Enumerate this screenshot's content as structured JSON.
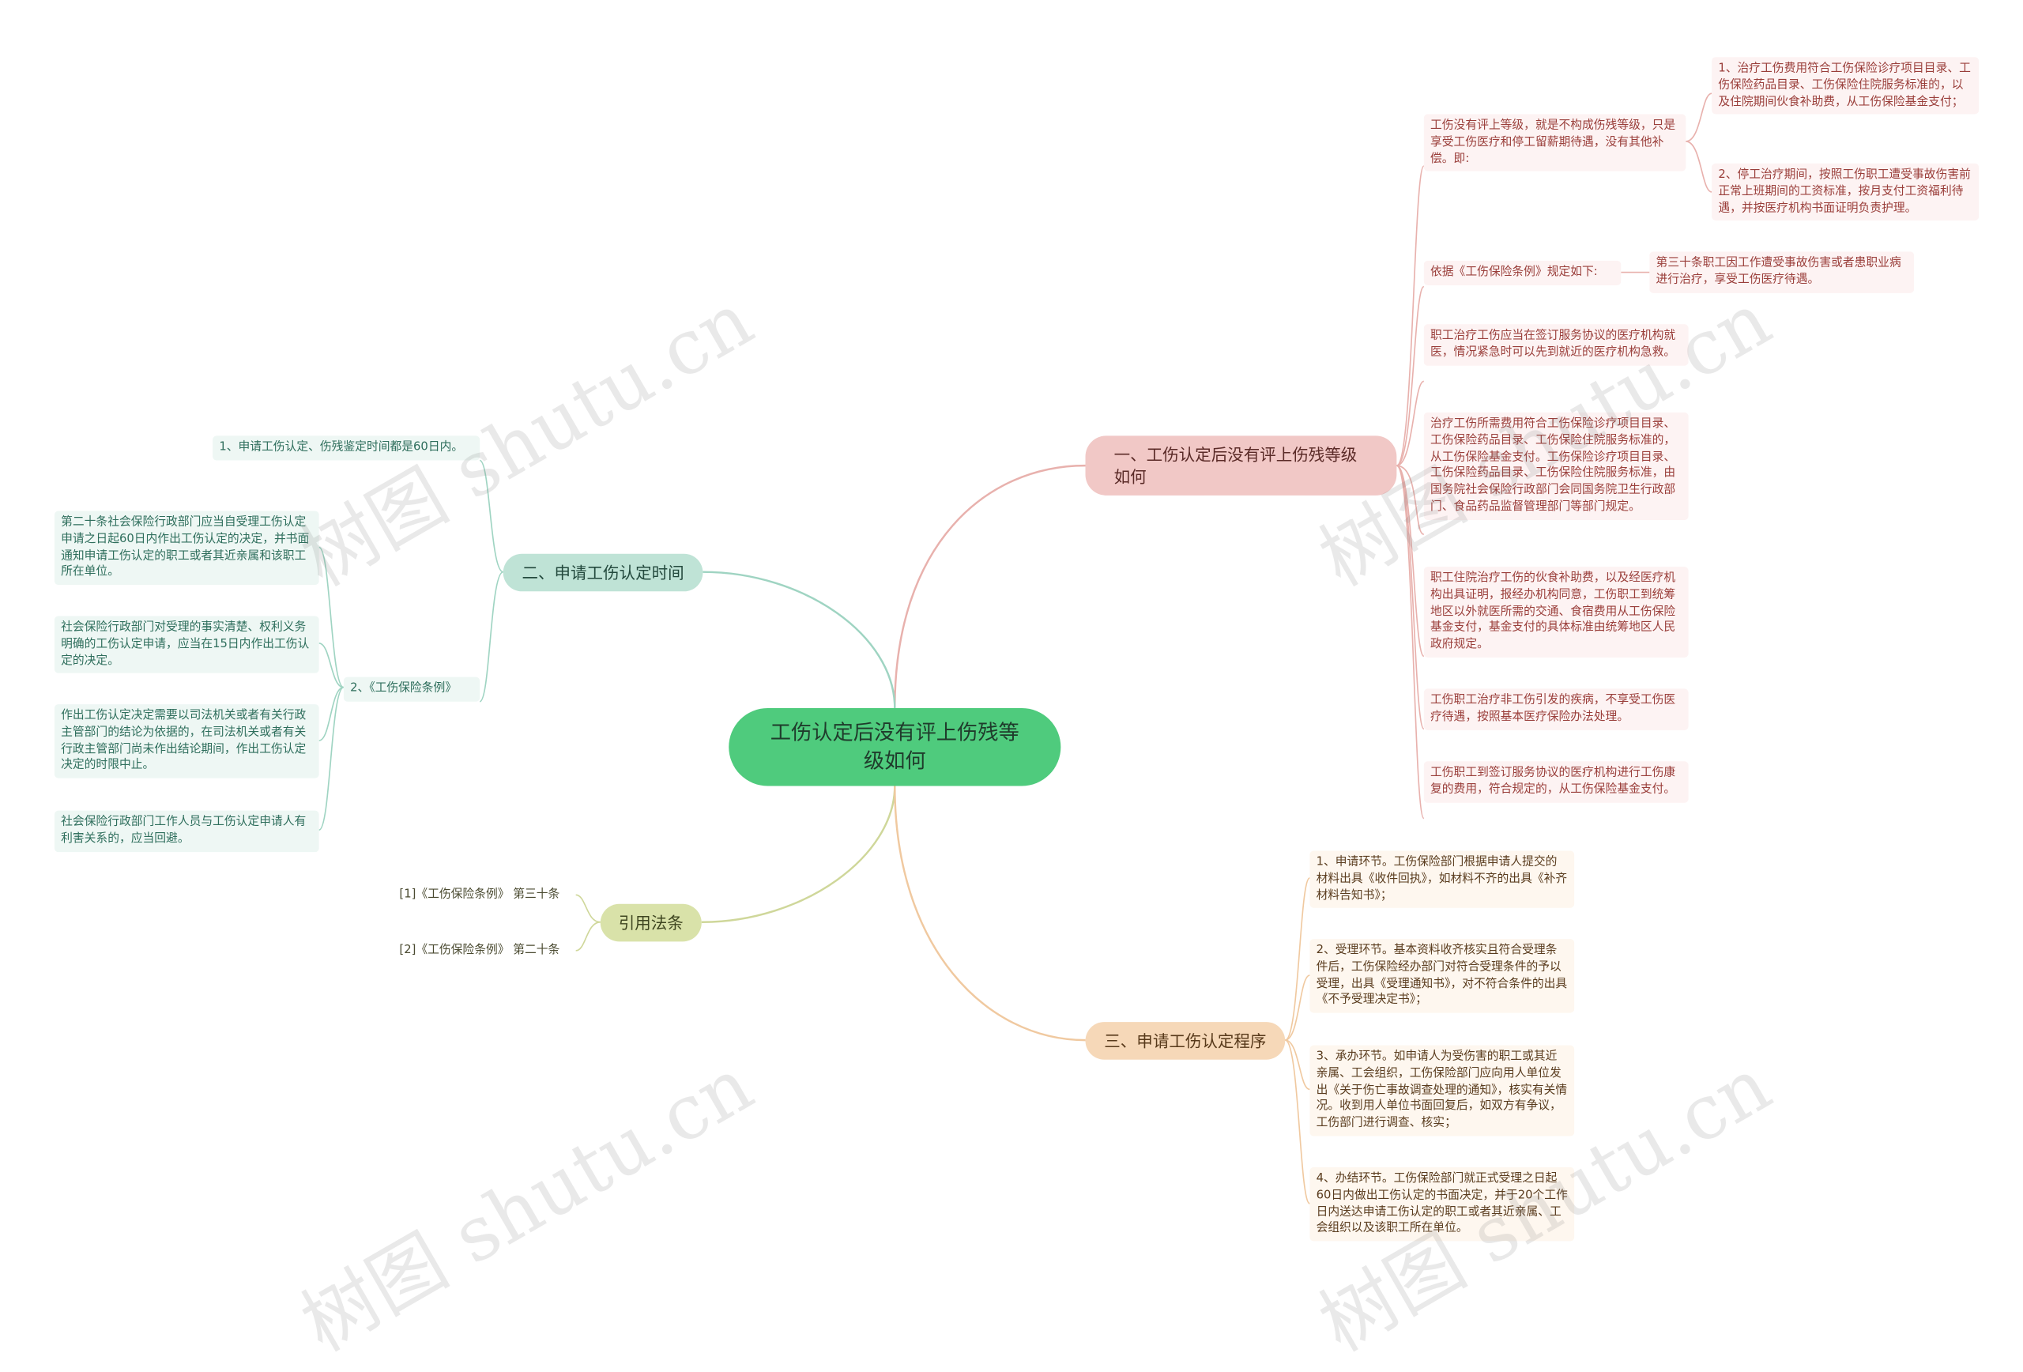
{
  "root": "工伤认定后没有评上伤残等级如何",
  "branches": {
    "b1": {
      "label": "一、工伤认定后没有评上伤残等级如何",
      "leaf1": "工伤没有评上等级，就是不构成伤残等级，只是享受工伤医疗和停工留薪期待遇，没有其他补偿。即:",
      "leaf1_sub1": "1、治疗工伤费用符合工伤保险诊疗项目目录、工伤保险药品目录、工伤保险住院服务标准的，以及住院期间伙食补助费，从工伤保险基金支付；",
      "leaf1_sub2": "2、停工治疗期间，按照工伤职工遭受事故伤害前正常上班期间的工资标准，按月支付工资福利待遇，并按医疗机构书面证明负责护理。",
      "leaf2": "依据《工伤保险条例》规定如下:",
      "leaf2_sub": "第三十条职工因工作遭受事故伤害或者患职业病进行治疗，享受工伤医疗待遇。",
      "leaf3": "职工治疗工伤应当在签订服务协议的医疗机构就医，情况紧急时可以先到就近的医疗机构急救。",
      "leaf4": "治疗工伤所需费用符合工伤保险诊疗项目目录、工伤保险药品目录、工伤保险住院服务标准的，从工伤保险基金支付。工伤保险诊疗项目目录、工伤保险药品目录、工伤保险住院服务标准，由国务院社会保险行政部门会同国务院卫生行政部门、食品药品监督管理部门等部门规定。",
      "leaf5": "职工住院治疗工伤的伙食补助费，以及经医疗机构出具证明，报经办机构同意，工伤职工到统筹地区以外就医所需的交通、食宿费用从工伤保险基金支付，基金支付的具体标准由统筹地区人民政府规定。",
      "leaf6": "工伤职工治疗非工伤引发的疾病，不享受工伤医疗待遇，按照基本医疗保险办法处理。",
      "leaf7": "工伤职工到签订服务协议的医疗机构进行工伤康复的费用，符合规定的，从工伤保险基金支付。"
    },
    "b2": {
      "label": "二、申请工伤认定时间",
      "leaf1": "1、申请工伤认定、伤残鉴定时间都是60日内。",
      "leaf2": "2、《工伤保险条例》",
      "leaf2_sub1": "第二十条社会保险行政部门应当自受理工伤认定申请之日起60日内作出工伤认定的决定，并书面通知申请工伤认定的职工或者其近亲属和该职工所在单位。",
      "leaf2_sub2": "社会保险行政部门对受理的事实清楚、权利义务明确的工伤认定申请，应当在15日内作出工伤认定的决定。",
      "leaf2_sub3": "作出工伤认定决定需要以司法机关或者有关行政主管部门的结论为依据的，在司法机关或者有关行政主管部门尚未作出结论期间，作出工伤认定决定的时限中止。",
      "leaf2_sub4": "社会保险行政部门工作人员与工伤认定申请人有利害关系的，应当回避。"
    },
    "b3": {
      "label": "引用法条",
      "leaf1": "[1]《工伤保险条例》 第三十条",
      "leaf2": "[2]《工伤保险条例》 第二十条"
    },
    "b4": {
      "label": "三、申请工伤认定程序",
      "leaf1": "1、申请环节。工伤保险部门根据申请人提交的材料出具《收件回执》，如材料不齐的出具《补齐材料告知书》；",
      "leaf2": "2、受理环节。基本资料收齐核实且符合受理条件后，工伤保险经办部门对符合受理条件的予以受理，出具《受理通知书》，对不符合条件的出具《不予受理决定书》；",
      "leaf3": "3、承办环节。如申请人为受伤害的职工或其近亲属、工会组织，工伤保险部门应向用人单位发出《关于伤亡事故调查处理的通知》，核实有关情况。收到用人单位书面回复后，如双方有争议，工伤部门进行调查、核实；",
      "leaf4": "4、办结环节。工伤保险部门就正式受理之日起60日内做出工伤认定的书面决定，并于20个工作日内送达申请工伤认定的职工或者其近亲属、工会组织以及该职工所在单位。"
    }
  },
  "watermark": "树图 shutu.cn",
  "colors": {
    "root": "#4fcb7d",
    "b1": "#f1c8c6",
    "b2": "#bfe3d6",
    "b3": "#d9e2a9",
    "b4": "#f6d8b8",
    "line1": "#e8b1ad",
    "line2": "#9fd4c2",
    "line3": "#cfd79a",
    "line4": "#f0c9a0"
  }
}
